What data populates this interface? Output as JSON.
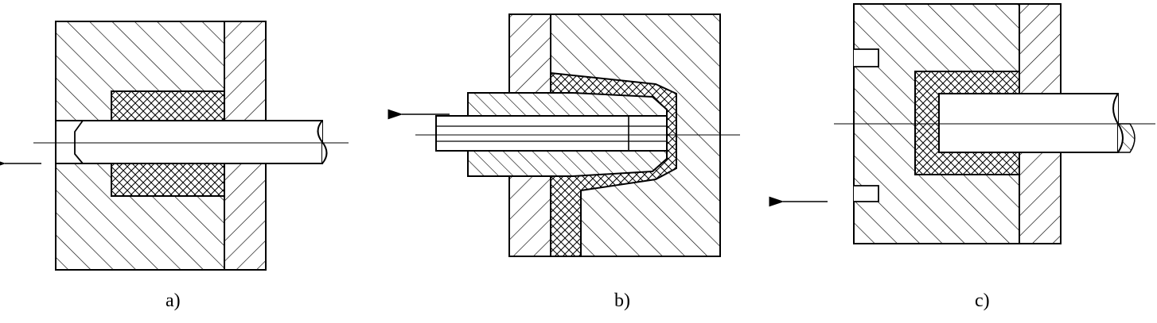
{
  "figure": {
    "panels": [
      {
        "id": "a",
        "caption": "a)"
      },
      {
        "id": "b",
        "caption": "b)"
      },
      {
        "id": "c",
        "caption": "c)"
      }
    ],
    "colors": {
      "line": "#000000",
      "background": "#ffffff"
    }
  }
}
